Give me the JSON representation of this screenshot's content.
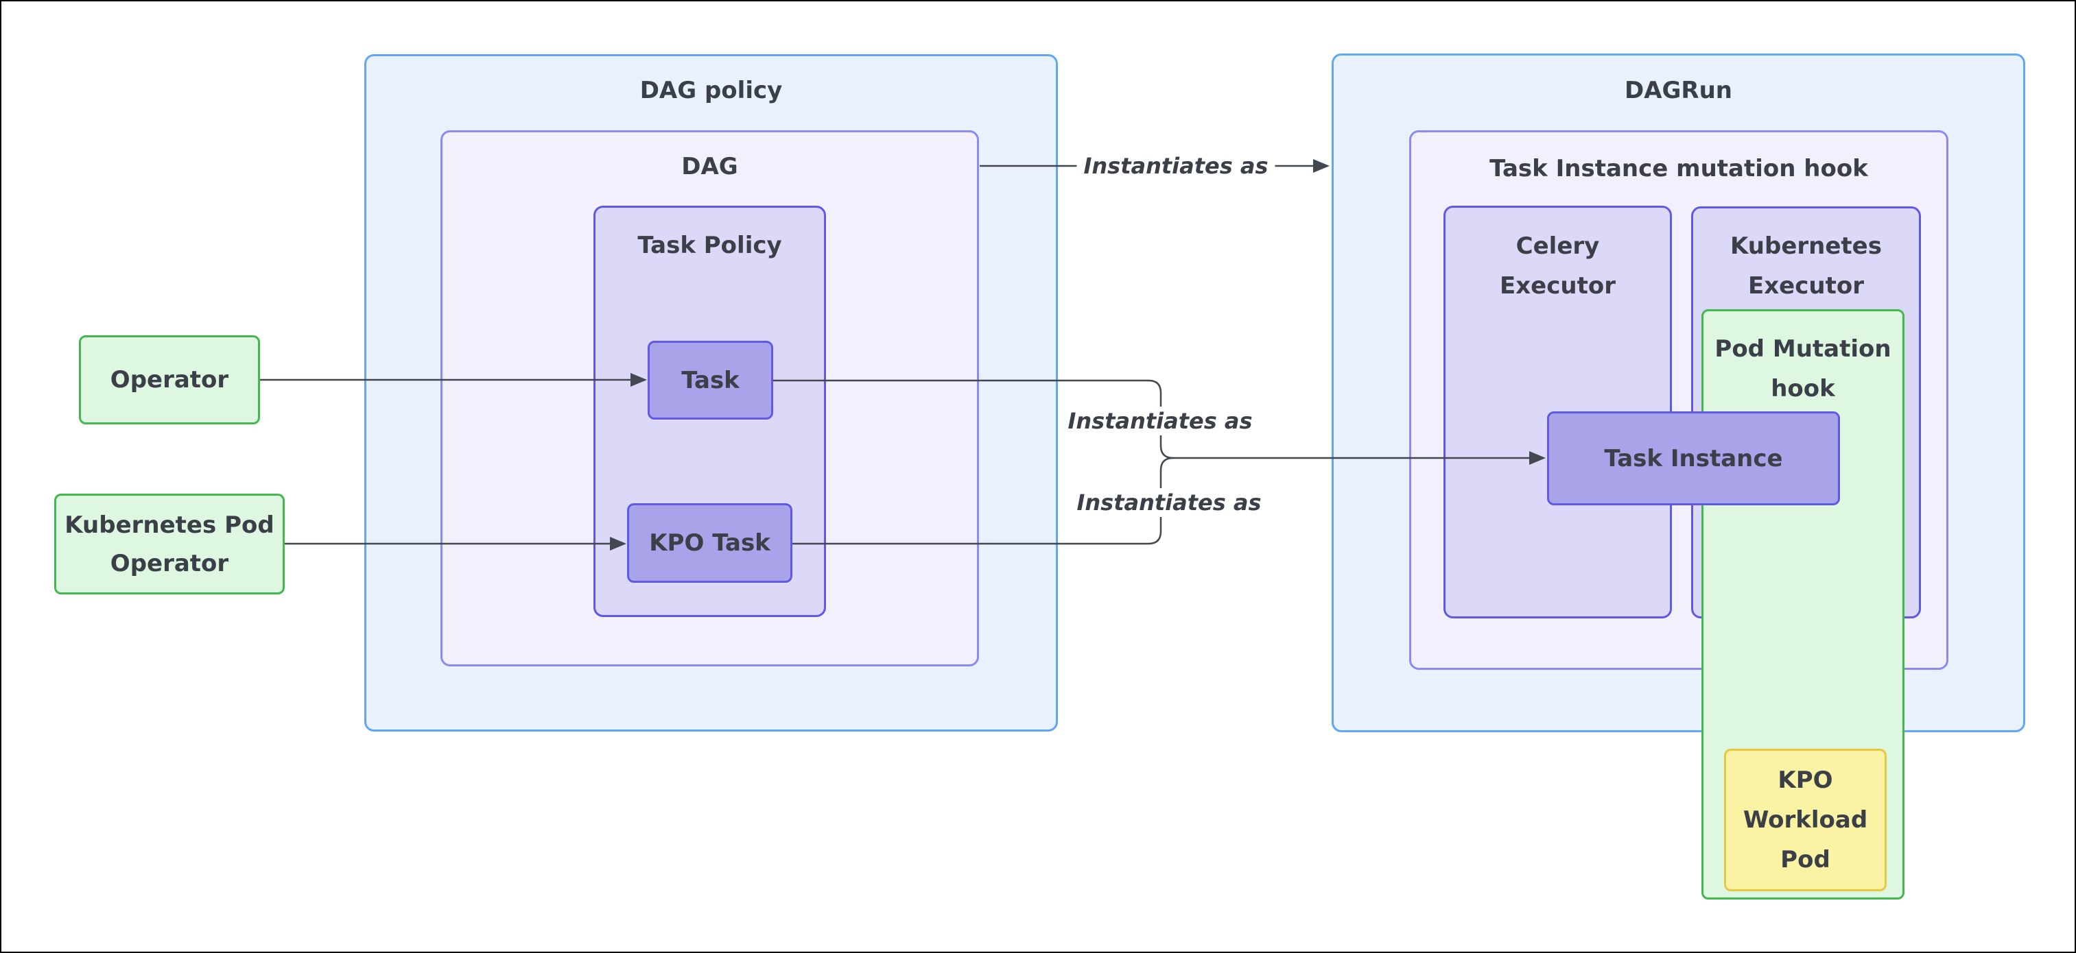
{
  "diagram": {
    "boxes": {
      "dag_policy": {
        "label": "DAG policy"
      },
      "dag": {
        "label": "DAG"
      },
      "task_policy": {
        "label": "Task Policy"
      },
      "task": {
        "label": "Task"
      },
      "kpo_task": {
        "label": "KPO Task"
      },
      "operator": {
        "label": "Operator"
      },
      "kubernetes_pod_operator": {
        "lines": [
          "Kubernetes Pod",
          "Operator"
        ]
      },
      "dagrun": {
        "label": "DAGRun"
      },
      "task_instance_mutation_hook": {
        "label": "Task Instance mutation hook"
      },
      "celery_executor": {
        "lines": [
          "Celery",
          "Executor"
        ]
      },
      "kubernetes_executor": {
        "lines": [
          "Kubernetes",
          "Executor"
        ]
      },
      "pod_mutation_hook": {
        "lines": [
          "Pod Mutation",
          "hook"
        ]
      },
      "task_instance": {
        "label": "Task Instance"
      },
      "kpo_workload_pod": {
        "lines": [
          "KPO",
          "Workload",
          "Pod"
        ]
      }
    },
    "edge_labels": {
      "dag_to_dagrun": "Instantiates as",
      "task_to_task_instance": "Instantiates as",
      "kpo_task_to_task_instance": "Instantiates as"
    },
    "colors": {
      "background": "#ffffff",
      "canvas_border": "#000000",
      "blue_container_fill": "#e9f1fd",
      "blue_container_border": "#60a8f7",
      "lavender_container_fill": "#f1f0fc",
      "lavender_container_border": "#8f88f0",
      "purple_container_fill": "#dcd9f8",
      "purple_container_border": "#6158e6",
      "purple_node_fill": "#a9a3ea",
      "purple_node_border": "#6158e6",
      "green_fill": "#def7e1",
      "green_border": "#43b84d",
      "yellow_fill": "#faf3a3",
      "yellow_border": "#e8c843",
      "edge_color": "#424750",
      "text_color": "#3b4048"
    }
  }
}
